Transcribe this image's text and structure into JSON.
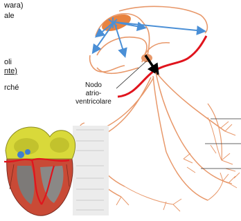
{
  "text_fragments": {
    "line1": "wara)",
    "line2": "ale",
    "line3": "oli",
    "line4": "nte)",
    "line5": "rché"
  },
  "node_label": {
    "line1": "Nodo",
    "line2": "atrio-ventricolare"
  },
  "colors": {
    "conduction_fiber": "#e8986a",
    "node_highlight": "#e8833f",
    "impulse_arrow": "#4a8fd6",
    "boundary_line": "#e0141d",
    "av_arrow": "#000000",
    "heart_muscle": "#c94a36",
    "heart_atria": "#d9d93a"
  }
}
